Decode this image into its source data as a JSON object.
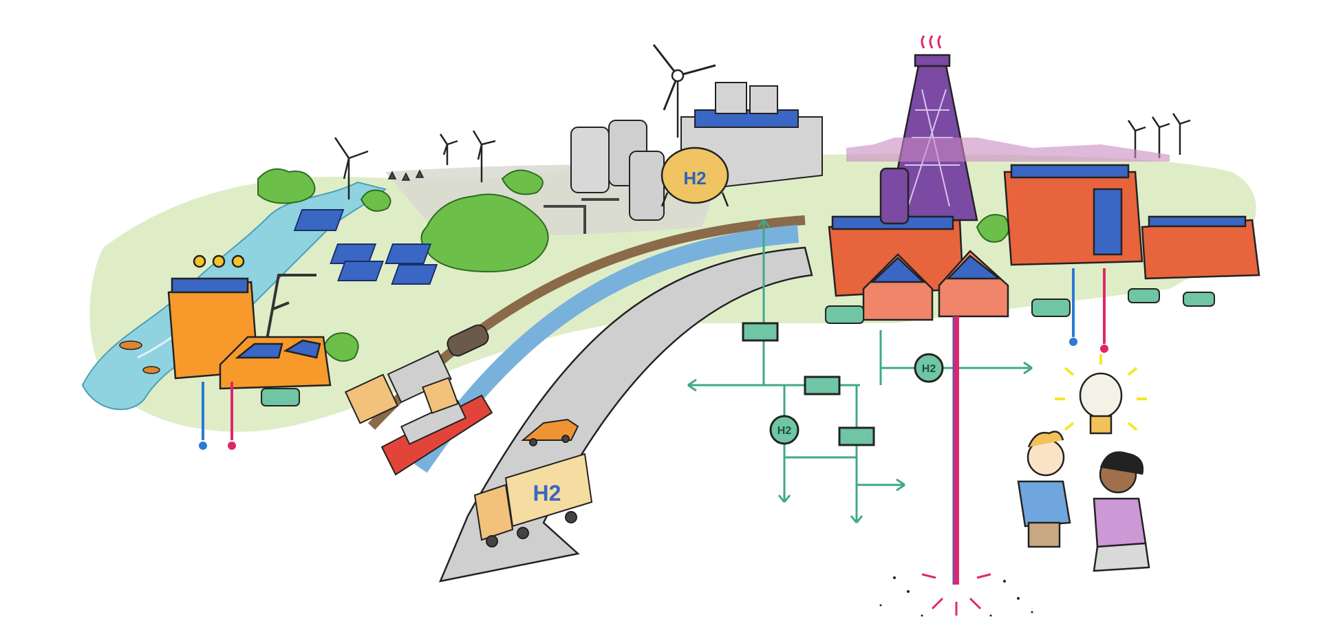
{
  "labels": {
    "h2_tank": "H2",
    "h2_truck": "H2",
    "h2_node_right": "H2",
    "h2_node_left": "H2"
  },
  "colors": {
    "background": "#ffffff",
    "grass": "#dfedc7",
    "river": "#8fd3e0",
    "tree": "#6cc04a",
    "solar_panel": "#3a66c4",
    "brick_building": "#e8643c",
    "orange_building": "#f79a2b",
    "pipe_grid": "#3fa889",
    "drill_tower": "#7b4aa3",
    "road": "#cfcfcf",
    "canal": "#78b2dc",
    "rail": "#8a6a48",
    "hot_line": "#e0266b",
    "cold_line": "#2a7ad6",
    "light_bulb_glow": "#f7e52a"
  },
  "icons": [
    "wind-turbine-icon",
    "solar-panel-icon",
    "hydrogen-tank-icon",
    "drill-tower-icon",
    "train-icon",
    "ship-icon",
    "truck-icon",
    "car-icon",
    "light-bulb-icon",
    "people-icon",
    "windmill-icon"
  ]
}
